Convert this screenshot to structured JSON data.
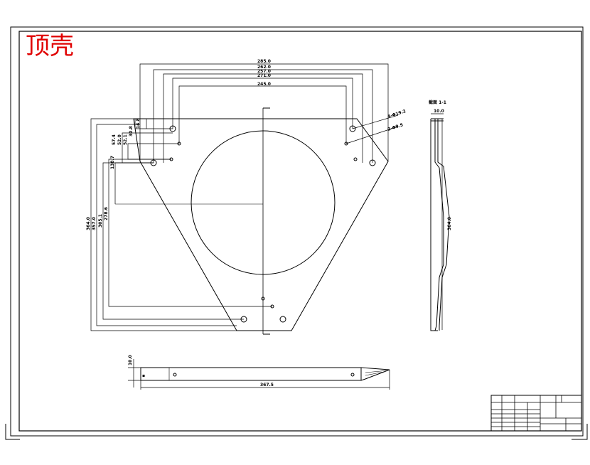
{
  "drawing": {
    "title": "顶壳",
    "section_label": "截面 1-1",
    "top_dims": [
      "285.0",
      "262.0",
      "257.0",
      "271.0",
      "245.0"
    ],
    "left_dims": [
      "364.0",
      "357.0",
      "305.1",
      "278.6",
      "138.7",
      "57.4",
      "52.0",
      "52.1",
      "30.8",
      "14.8"
    ],
    "hole_callouts": [
      "4-Φ19.2",
      "2-Φ9.5"
    ],
    "section_dims": {
      "width": "10.0",
      "height": "364.0"
    },
    "bottom_dims": {
      "length": "367.5",
      "thickness": "10.0"
    }
  },
  "title_block": {
    "cells": [
      "",
      "",
      "",
      "",
      "",
      "",
      "",
      "",
      "",
      ""
    ]
  }
}
